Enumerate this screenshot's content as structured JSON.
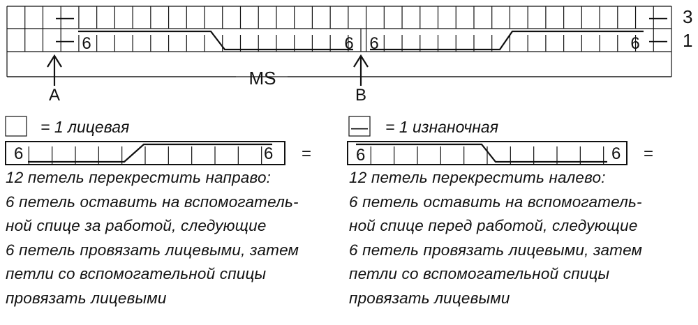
{
  "chart": {
    "row_labels": [
      "3",
      "1"
    ],
    "purl_symbol": "—",
    "cable_count": "6",
    "repeat_label": "MS",
    "markers": [
      "A",
      "B"
    ]
  },
  "legend": {
    "knit_text": "= 1 лицевая",
    "purl_text": "= 1 изнаночная",
    "equals": "="
  },
  "right_cross": {
    "lines": [
      "12 петель перекрестить направо:",
      "6 петель оставить на вспомогатель-",
      "ной спице за работой, следующие",
      "6 петель провязать лицевыми, затем",
      "петли со вспомогательной спицы",
      "провязать лицевыми"
    ]
  },
  "left_cross": {
    "lines": [
      "12 петель перекрестить налево:",
      "6 петель оставить на вспомогатель-",
      "ной спице перед работой, следующие",
      "6 петель провязать лицевыми, затем",
      "петли со вспомогательной спицы",
      "провязать лицевыми"
    ]
  }
}
